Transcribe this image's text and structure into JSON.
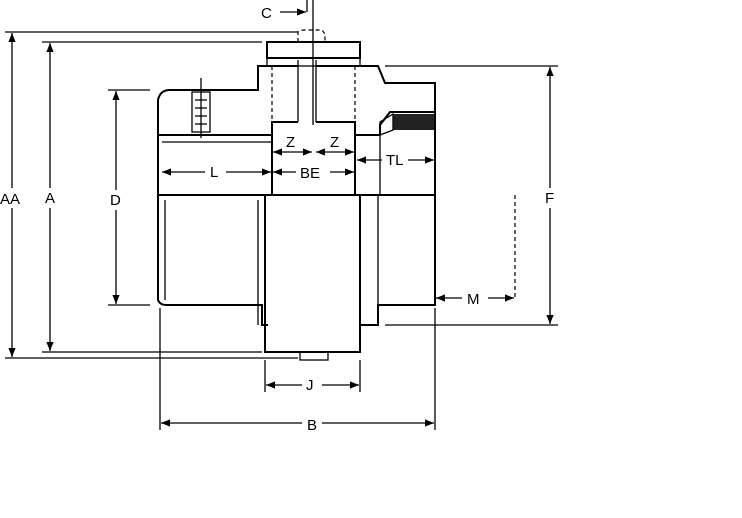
{
  "title": "Gear coupling dimension drawing",
  "labels": {
    "C": "C",
    "AA": "AA",
    "A": "A",
    "D": "D",
    "L": "L",
    "Z_left": "Z",
    "Z_right": "Z",
    "BE": "BE",
    "TL": "TL",
    "F": "F",
    "M": "M",
    "J": "J",
    "B": "B"
  },
  "colors": {
    "ink": "#000000",
    "background": "#ffffff"
  }
}
